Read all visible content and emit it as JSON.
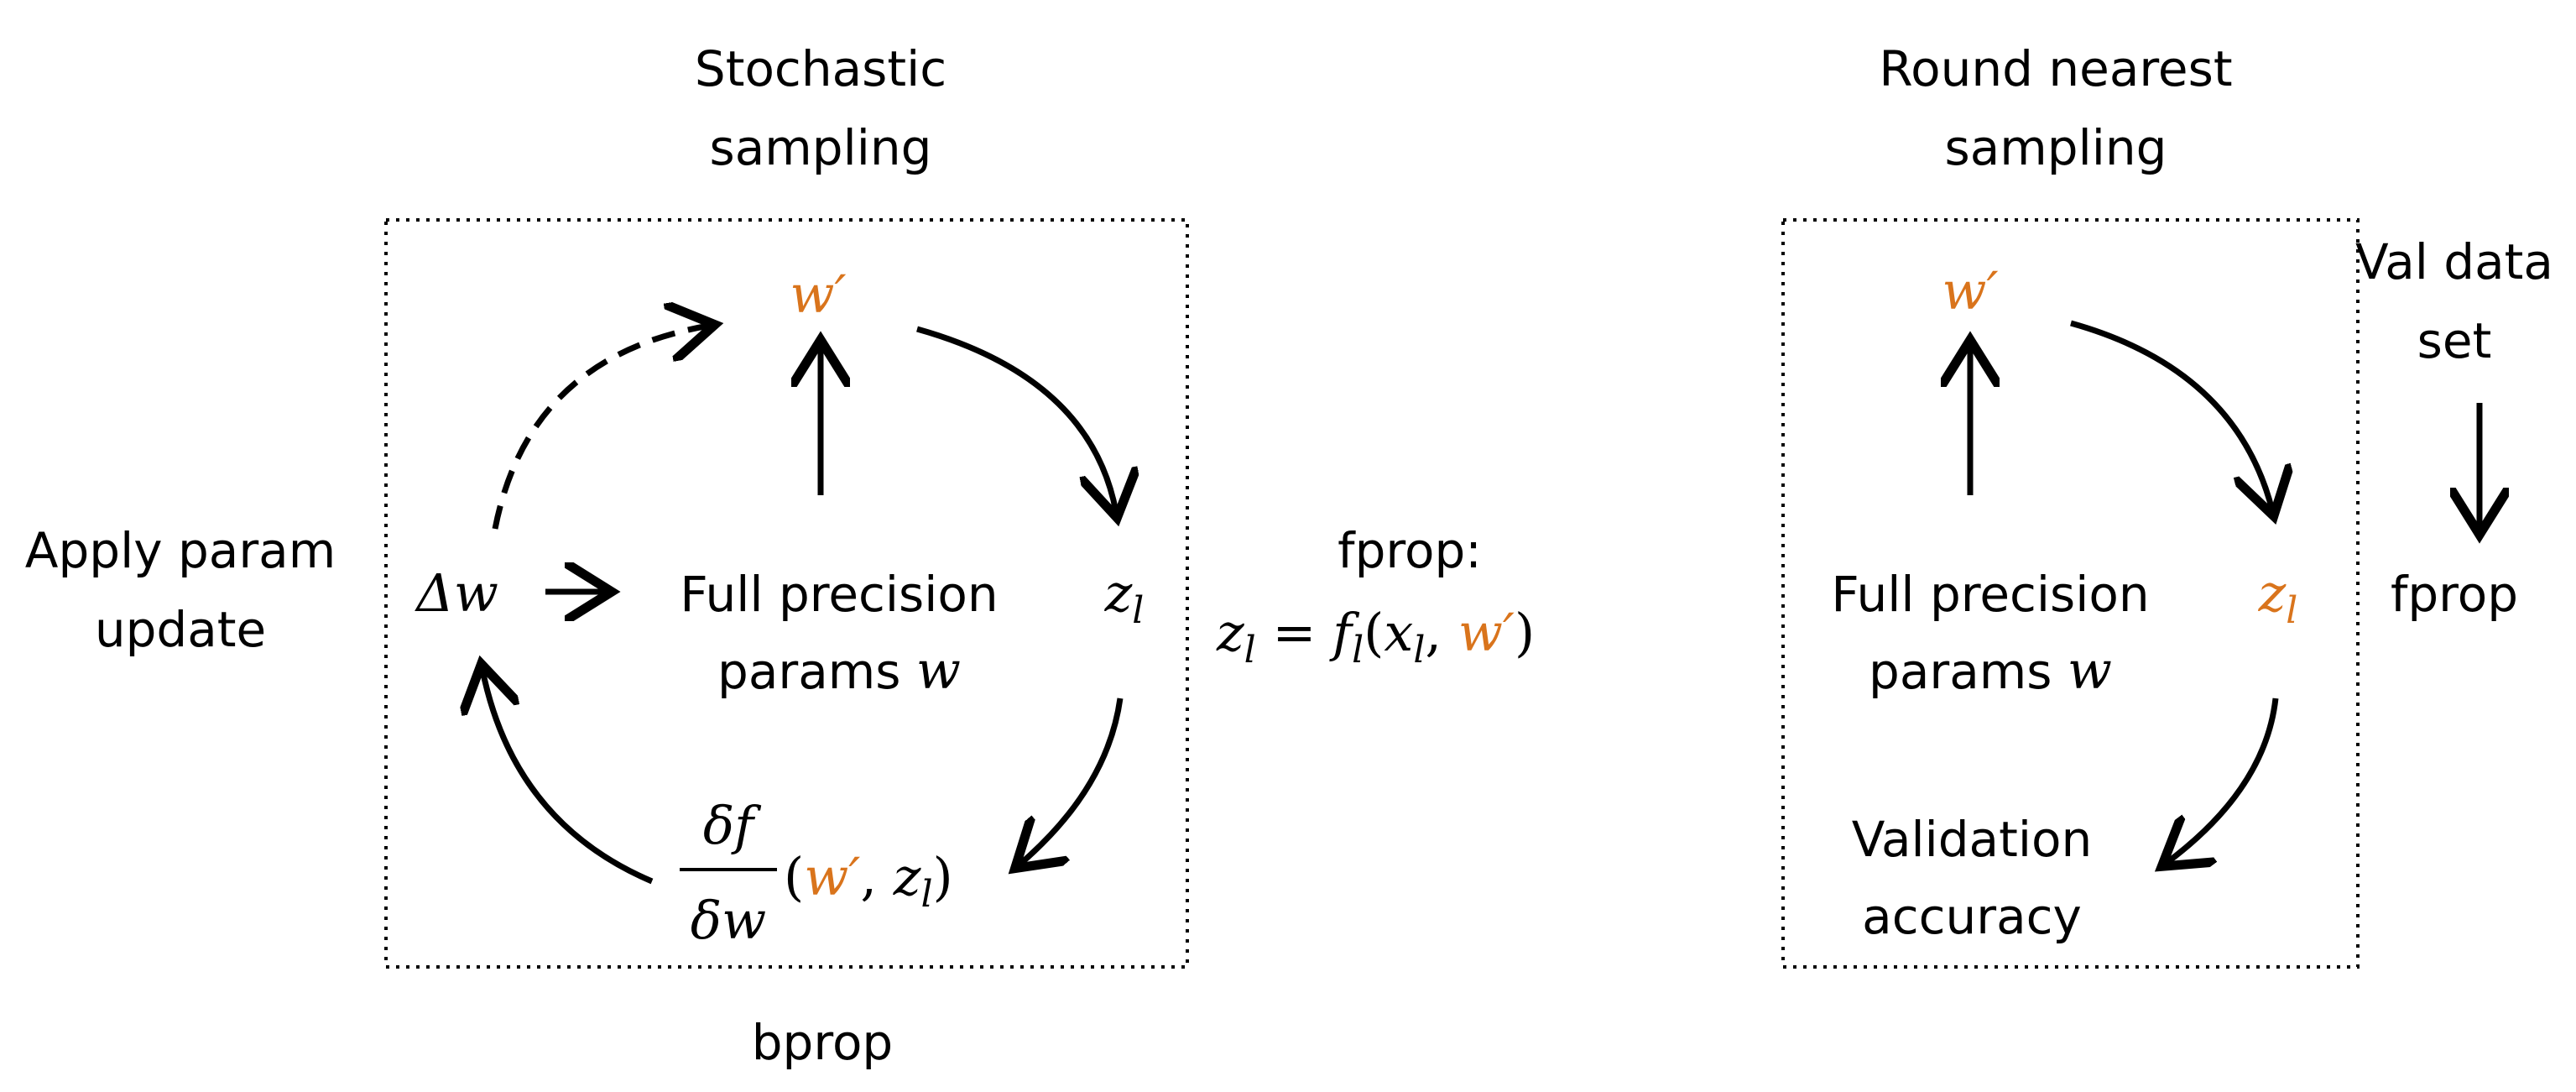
{
  "colors": {
    "accent": "#d9741c",
    "text": "#000000"
  },
  "left_panel": {
    "title_line1": "Stochastic",
    "title_line2": "sampling",
    "w_prime": "w′",
    "delta_w": "Δw",
    "center_line1": "Full precision",
    "center_line2_text": "params ",
    "center_line2_var": "w",
    "z_l_base": "z",
    "z_l_sub": "l",
    "grad_numerator": "δf",
    "grad_denominator": "δw",
    "grad_args_open": "(",
    "grad_args_wprime": "w′",
    "grad_args_comma": ", ",
    "grad_args_z": "z",
    "grad_args_sub": "l",
    "grad_args_close": ")",
    "left_label_line1": "Apply param",
    "left_label_line2": "update",
    "bottom_label": "bprop",
    "fprop_label": "fprop:",
    "eq_z": "z",
    "eq_z_sub": "l",
    "eq_equals": " = ",
    "eq_f": "f",
    "eq_f_sub": "l",
    "eq_open": "(",
    "eq_x": "x",
    "eq_x_sub": "l",
    "eq_comma": ", ",
    "eq_wprime": "w′",
    "eq_close": ")"
  },
  "right_panel": {
    "title_line1": "Round nearest",
    "title_line2": "sampling",
    "w_prime": "w′",
    "center_line1": "Full precision",
    "center_line2_text": "params ",
    "center_line2_var": "w",
    "z_l_base": "z",
    "z_l_sub": "l",
    "bottom_line1": "Validation",
    "bottom_line2": "accuracy",
    "val_line1": "Val data",
    "val_line2": "set",
    "fprop_label": "fprop"
  }
}
